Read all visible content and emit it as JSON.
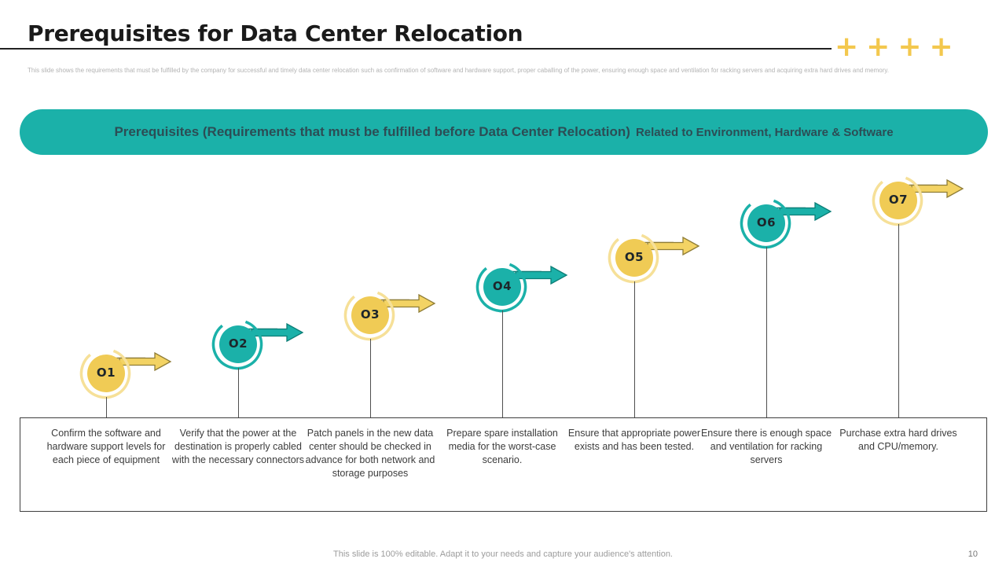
{
  "slide": {
    "title": "Prerequisites for Data Center Relocation",
    "description": "This slide shows the requirements  that must be fulfilled  by the company for successful and timely data center relocation  such as confirmation  of software and hardware  support, proper caballing  of the power,  ensuring enough space and ventilation  for racking servers  and acquiring  extra hard  drives  and memory.",
    "footer_note": "This slide is 100% editable. Adapt it to your needs and capture your audience's attention.",
    "page_number": "10"
  },
  "banner": {
    "title_main": "Prerequisites  (Requirements  that  must  be  fulfilled  before  Data  Center  Relocation)",
    "title_sub": "Related to Environment, Hardware & Software"
  },
  "decor": {
    "plus_signs": [
      "+",
      "+",
      "+",
      "+"
    ]
  },
  "colors": {
    "teal": "#1BB1A9",
    "teal_dark": "#0C7E77",
    "yellow": "#F0CB55",
    "yellow_ring": "#F6E098",
    "yellow_arrow": "#F3D364",
    "yellow_dark": "#8F7D36",
    "ink": "#1A1A1A",
    "banner_text": "#2C4D55",
    "body_text": "#3C3C3C"
  },
  "steps": [
    {
      "num": "O1",
      "color": "yellow",
      "desc": "Confirm the software and hardware support levels for each piece of equipment"
    },
    {
      "num": "O2",
      "color": "teal",
      "desc": "Verify that the power at the destination is properly cabled with the necessary connectors"
    },
    {
      "num": "O3",
      "color": "yellow",
      "desc": "Patch panels in the new data center should be checked in advance for both network and storage purposes"
    },
    {
      "num": "O4",
      "color": "teal",
      "desc": "Prepare spare installation media for the worst-case scenario."
    },
    {
      "num": "O5",
      "color": "yellow",
      "desc": "Ensure that appropriate power exists and has been tested."
    },
    {
      "num": "O6",
      "color": "teal",
      "desc": "Ensure there is enough space and ventilation for racking servers"
    },
    {
      "num": "O7",
      "color": "yellow",
      "desc": "Purchase extra hard drives and CPU/memory."
    }
  ]
}
